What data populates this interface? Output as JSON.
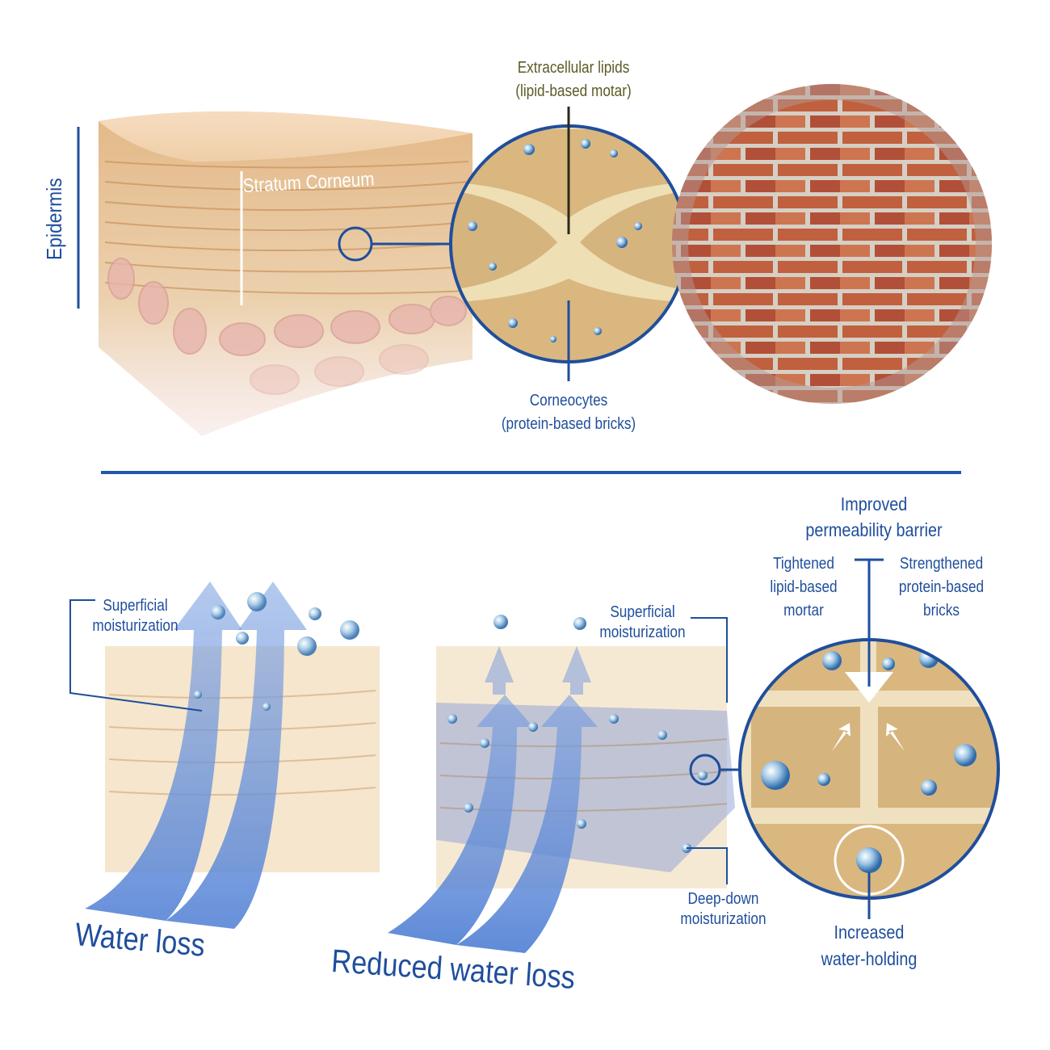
{
  "top_panel": {
    "epidermis_label": "Epidermis",
    "stratum_corneum_label": "Stratum Corneum",
    "lipids_label": [
      "Extracellular lipids",
      "(lipid-based motar)"
    ],
    "corneocytes_label": [
      "Corneocytes",
      "(protein-based bricks)"
    ]
  },
  "bottom_panel": {
    "left": {
      "superficial_label": [
        "Superficial",
        "moisturization"
      ],
      "caption": "Water loss"
    },
    "middle": {
      "superficial_label": [
        "Superficial",
        "moisturization"
      ],
      "deep_label": [
        "Deep-down",
        "moisturization"
      ],
      "caption": "Reduced water loss"
    },
    "right": {
      "barrier_label": [
        "Improved",
        "permeability barrier"
      ],
      "mortar_label": [
        "Tightened",
        "lipid-based",
        "mortar"
      ],
      "bricks_label": [
        "Strengthened",
        "protein-based",
        "bricks"
      ],
      "water_holding_label": [
        "Increased",
        "water-holding"
      ]
    }
  },
  "colors": {
    "accent": "#1f4e9c",
    "olive": "#5d5a26",
    "skin": "#e9c99a",
    "brick": "#b8553c"
  }
}
